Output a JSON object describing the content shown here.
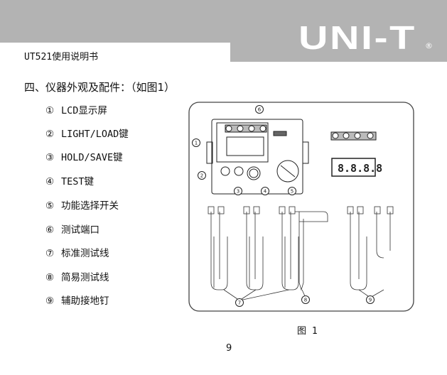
{
  "header": {
    "brand": "UNI-T",
    "registered": "®",
    "doc_title": "UT521使用说明书"
  },
  "section": {
    "heading": "四、仪器外观及配件：（如图1）"
  },
  "items": [
    {
      "num": "①",
      "label": "LCD显示屏"
    },
    {
      "num": "②",
      "label": "LIGHT/LOAD键"
    },
    {
      "num": "③",
      "label": "HOLD/SAVE键"
    },
    {
      "num": "④",
      "label": "TEST键"
    },
    {
      "num": "⑤",
      "label": "功能选择开关"
    },
    {
      "num": "⑥",
      "label": "测试端口"
    },
    {
      "num": "⑦",
      "label": "标准测试线"
    },
    {
      "num": "⑧",
      "label": "简易测试线"
    },
    {
      "num": "⑨",
      "label": "辅助接地钉"
    }
  ],
  "figure": {
    "callouts": [
      "1",
      "2",
      "3",
      "4",
      "5",
      "6",
      "7",
      "8",
      "9"
    ],
    "lcd_reading": "8.8.8.8",
    "caption": "图 1"
  },
  "footer": {
    "page": "9"
  }
}
